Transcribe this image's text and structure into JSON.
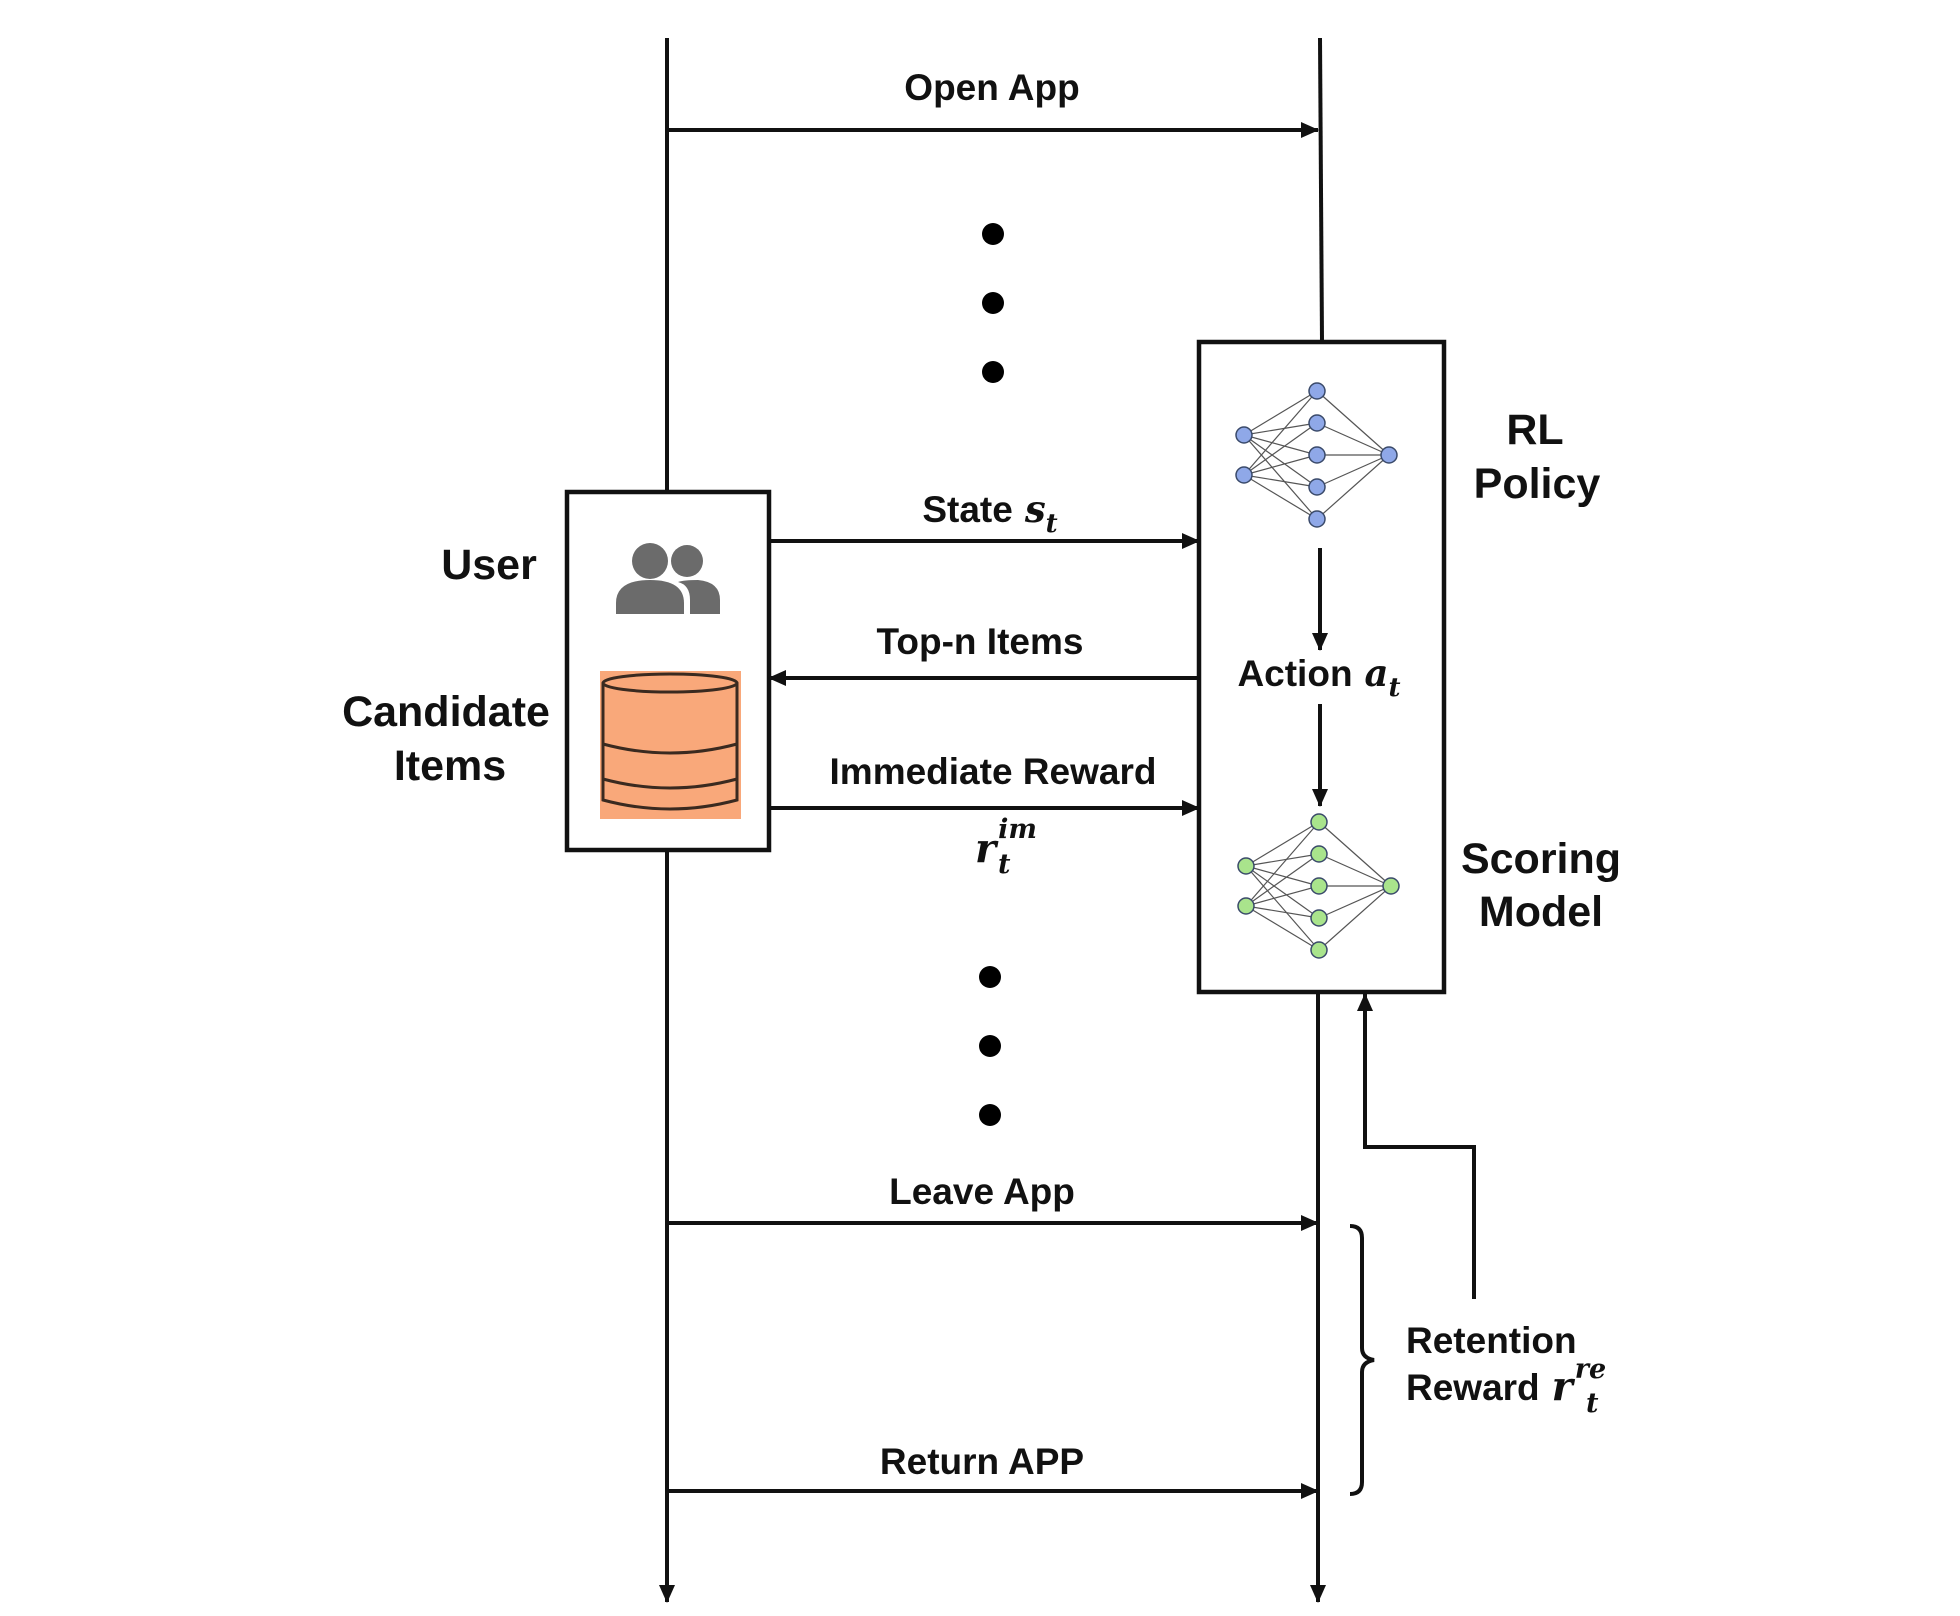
{
  "labels": {
    "open_app": "Open App",
    "state": "State",
    "state_sym": "s",
    "state_sub": "t",
    "top_n": "Top-n Items",
    "immediate_reward": "Immediate Reward",
    "im_sym": "r",
    "im_sub": "t",
    "im_sup": "im",
    "user": "User",
    "candidate_line1": "Candidate",
    "candidate_line2": "Items",
    "rl_line1": "RL",
    "rl_line2": "Policy",
    "action": "Action",
    "action_sym": "a",
    "action_sub": "t",
    "scoring_line1": "Scoring",
    "scoring_line2": "Model",
    "leave_app": "Leave App",
    "return_app": "Return APP",
    "retention_line1": "Retention",
    "retention_line2": "Reward",
    "re_sym": "r",
    "re_sub": "t",
    "re_sup": "re"
  },
  "colors": {
    "line": "#111111",
    "policy_nodes": "#8fa8e8",
    "scoring_nodes": "#a9e48c",
    "database": "#f9a87a",
    "user_icon": "#6b6b6b"
  },
  "icons": {
    "user": "users-icon",
    "items": "database-icon",
    "policy": "neural-network-icon",
    "scoring": "neural-network-icon"
  }
}
